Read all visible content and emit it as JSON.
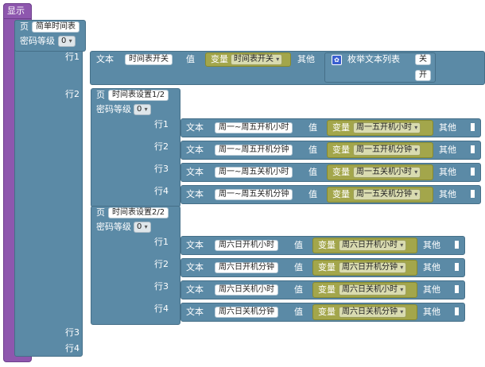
{
  "display": {
    "label": "显示"
  },
  "labels": {
    "page": "页",
    "password_level": "密码等级",
    "text": "文本",
    "value": "值",
    "variable": "变量",
    "other": "其他",
    "enum": "枚举文本列表"
  },
  "page_main": {
    "title": "简单时间表",
    "password_level": "0"
  },
  "rows_main": [
    "行1",
    "行2",
    "行3",
    "行4"
  ],
  "row1": {
    "text": "时间表开关",
    "variable": "时间表开关",
    "enum": [
      "关",
      "开"
    ]
  },
  "page_1": {
    "title": "时间表设置1/2",
    "password_level": "0",
    "rows": [
      {
        "label": "行1",
        "text": "周一~周五开机小时",
        "variable": "周一五开机小时"
      },
      {
        "label": "行2",
        "text": "周一~周五开机分钟",
        "variable": "周一五开机分钟"
      },
      {
        "label": "行3",
        "text": "周一~周五关机小时",
        "variable": "周一五关机小时"
      },
      {
        "label": "行4",
        "text": "周一~周五关机分钟",
        "variable": "周一五关机分钟"
      }
    ]
  },
  "page_2": {
    "title": "时间表设置2/2",
    "password_level": "0",
    "rows": [
      {
        "label": "行1",
        "text": "周六日开机小时",
        "variable": "周六日开机小时"
      },
      {
        "label": "行2",
        "text": "周六日开机分钟",
        "variable": "周六日开机分钟"
      },
      {
        "label": "行3",
        "text": "周六日关机小时",
        "variable": "周六日关机小时"
      },
      {
        "label": "行4",
        "text": "周六日关机分钟",
        "variable": "周六日关机分钟"
      }
    ]
  }
}
